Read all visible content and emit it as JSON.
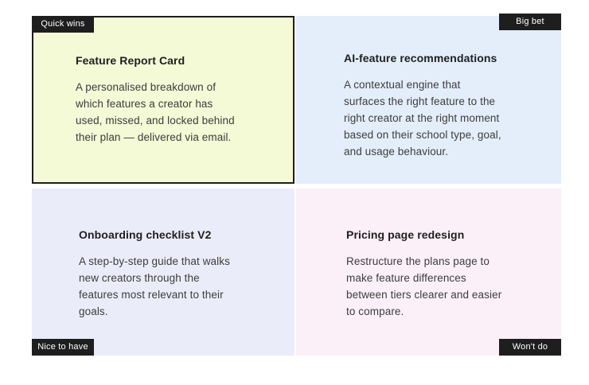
{
  "canvas": {
    "background": "#ffffff"
  },
  "badge_style": {
    "background": "#1e1e1e",
    "text_color": "#ffffff"
  },
  "matrix": {
    "cards": [
      {
        "quadrant": "Quick wins",
        "title": "Feature Report Card",
        "body": "A personalised breakdown of\nwhich features a creator has\nused, missed, and locked behind\ntheir plan — delivered via email.",
        "background": "#f4f9d6",
        "border_color": "#1e1e1e"
      },
      {
        "quadrant": "Big bet",
        "title": "AI-feature recommendations",
        "body": "A contextual engine that\nsurfaces the right feature to the\nright creator at the right moment\nbased on their school type, goal,\nand usage behaviour.",
        "background": "#e3eefa"
      },
      {
        "quadrant": "Nice to have",
        "title": "Onboarding checklist V2",
        "body": "A step-by-step guide that walks\nnew creators through the\nfeatures most relevant to their\ngoals.",
        "background": "#ebecf9"
      },
      {
        "quadrant": "Won't do",
        "title": "Pricing page redesign",
        "body": "Restructure the plans page to\nmake feature differences\nbetween tiers clearer and easier\nto compare.",
        "background": "#fbf0f8"
      }
    ]
  }
}
